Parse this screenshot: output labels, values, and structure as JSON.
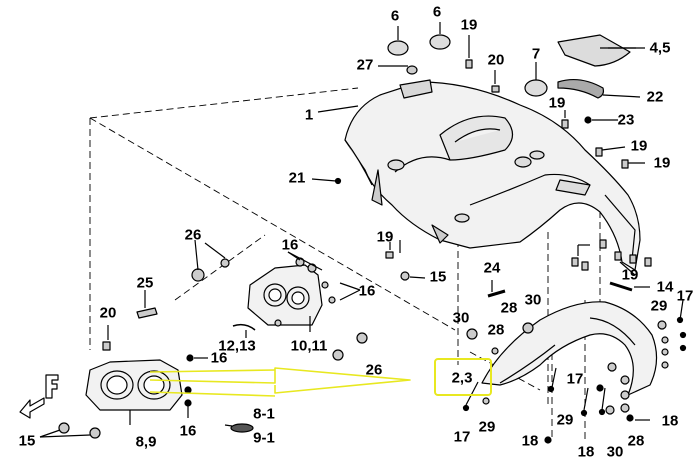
{
  "diagram": {
    "labels": [
      {
        "id": "p1",
        "text": "1"
      },
      {
        "id": "p2-3",
        "text": "2,3"
      },
      {
        "id": "p4-5",
        "text": "4,5"
      },
      {
        "id": "p6a",
        "text": "6"
      },
      {
        "id": "p6b",
        "text": "6"
      },
      {
        "id": "p7",
        "text": "7"
      },
      {
        "id": "p8-9",
        "text": "8,9"
      },
      {
        "id": "p8-1",
        "text": "8-1"
      },
      {
        "id": "p9-1",
        "text": "9-1"
      },
      {
        "id": "p10-11",
        "text": "10,11"
      },
      {
        "id": "p12-13",
        "text": "12,13"
      },
      {
        "id": "p14",
        "text": "14"
      },
      {
        "id": "p15a",
        "text": "15"
      },
      {
        "id": "p15b",
        "text": "15"
      },
      {
        "id": "p16a",
        "text": "16"
      },
      {
        "id": "p16b",
        "text": "16"
      },
      {
        "id": "p16c",
        "text": "16"
      },
      {
        "id": "p16d",
        "text": "16"
      },
      {
        "id": "p17a",
        "text": "17"
      },
      {
        "id": "p17b",
        "text": "17"
      },
      {
        "id": "p17c",
        "text": "17"
      },
      {
        "id": "p18a",
        "text": "18"
      },
      {
        "id": "p18b",
        "text": "18"
      },
      {
        "id": "p18c",
        "text": "18"
      },
      {
        "id": "p19a",
        "text": "19"
      },
      {
        "id": "p19b",
        "text": "19"
      },
      {
        "id": "p19c",
        "text": "19"
      },
      {
        "id": "p19d",
        "text": "19"
      },
      {
        "id": "p19e",
        "text": "19"
      },
      {
        "id": "p19f",
        "text": "19"
      },
      {
        "id": "p20a",
        "text": "20"
      },
      {
        "id": "p20b",
        "text": "20"
      },
      {
        "id": "p21",
        "text": "21"
      },
      {
        "id": "p22",
        "text": "22"
      },
      {
        "id": "p23",
        "text": "23"
      },
      {
        "id": "p24",
        "text": "24"
      },
      {
        "id": "p25",
        "text": "25"
      },
      {
        "id": "p26a",
        "text": "26"
      },
      {
        "id": "p26b",
        "text": "26"
      },
      {
        "id": "p27",
        "text": "27"
      },
      {
        "id": "p28a",
        "text": "28"
      },
      {
        "id": "p28b",
        "text": "28"
      },
      {
        "id": "p28c",
        "text": "28"
      },
      {
        "id": "p29a",
        "text": "29"
      },
      {
        "id": "p29b",
        "text": "29"
      },
      {
        "id": "p29c",
        "text": "29"
      },
      {
        "id": "p30a",
        "text": "30"
      },
      {
        "id": "p30b",
        "text": "30"
      },
      {
        "id": "p30c",
        "text": "30"
      }
    ],
    "colors": {
      "line": "#000000",
      "highlight": "#e8e820",
      "part_fill": "#f2f2f2"
    }
  }
}
